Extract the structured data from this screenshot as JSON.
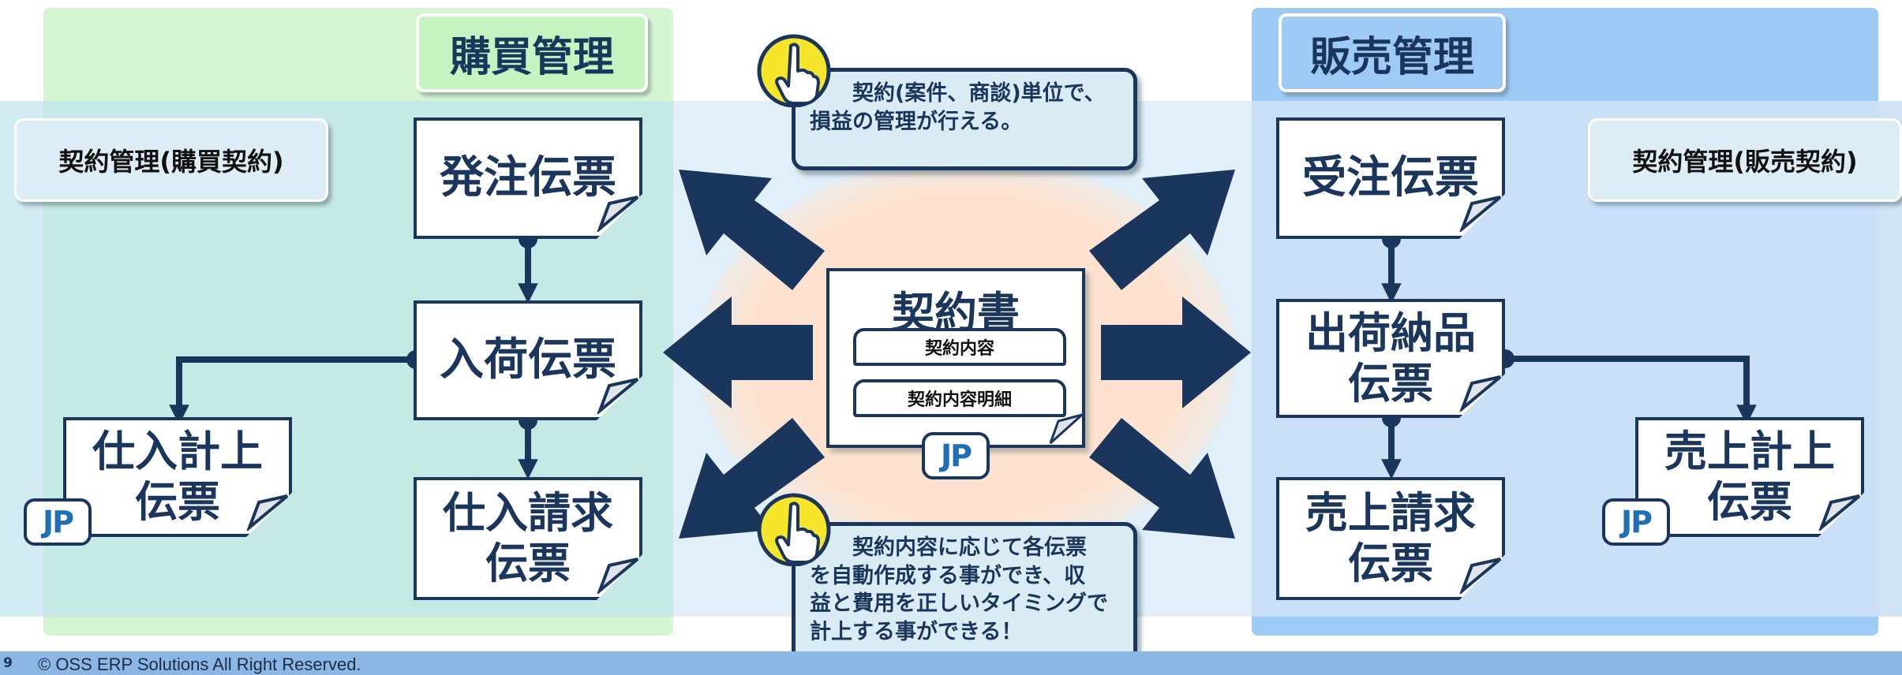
{
  "sections": {
    "purchase_title": "購買管理",
    "sales_title": "販売管理"
  },
  "contract_management": {
    "purchase": "契約管理(購買契約)",
    "sales": "契約管理(販売契約)"
  },
  "purchase_slips": {
    "order": "発注伝票",
    "receiving": "入荷伝票",
    "purchase_record": "仕入計上\n伝票",
    "purchase_invoice": "仕入請求\n伝票"
  },
  "sales_slips": {
    "received_order": "受注伝票",
    "shipment_delivery": "出荷納品\n伝票",
    "sales_record": "売上計上\n伝票",
    "sales_invoice": "売上請求\n伝票"
  },
  "contract": {
    "title": "契約書",
    "rows": [
      "契約内容",
      "契約内容明細"
    ]
  },
  "callouts": {
    "top": "　　契約(案件、商談)単位で、\n損益の管理が行える。",
    "bottom": "　　契約内容に応じて各伝票\nを自動作成する事ができ、収\n益と費用を正しいタイミングで\n計上する事ができる！"
  },
  "logo_text": "JP",
  "footer": {
    "page_number": "9",
    "copyright": "© OSS ERP Solutions All Right Reserved."
  },
  "colors": {
    "navy": "#1b365d",
    "purchase_panel": "#d6f6d3",
    "sales_panel": "#9ecbf6",
    "contract_glow": "#fde3cf",
    "callout_bg": "#d9ecf3",
    "logo_blue": "#1f6fb8"
  },
  "icons": [
    "hand-pointing-up-icon",
    "jp-logo-icon",
    "fold-corner-icon",
    "arrow-icon"
  ]
}
